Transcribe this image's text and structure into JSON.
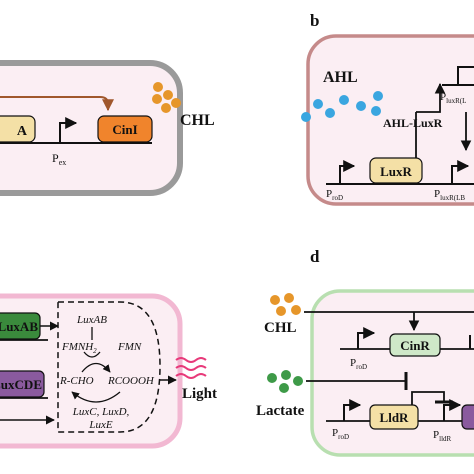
{
  "panel_a": {
    "gene_partial": "A",
    "promoter": "P",
    "promoter_sub": "ex",
    "gene": "CinI",
    "molecule": "CHL"
  },
  "panel_b": {
    "letter": "b",
    "molecule": "AHL",
    "complex": "AHL-LuxR",
    "gene": "LuxR",
    "promoter_pro": "P",
    "promoter_pro_sub": "roD",
    "promoter_lux_top": "P",
    "promoter_lux_top_sub": "luxR(L",
    "promoter_lux_bottom": "P",
    "promoter_lux_bottom_sub": "luxR(LB"
  },
  "panel_c": {
    "gene1": "LuxAB",
    "gene2": "LuxCDE",
    "enzyme": "LuxAB",
    "fmnh2": "FMNH",
    "fmnh2_sub": "2",
    "fmn": "FMN",
    "rcho": "R-CHO",
    "rcoooh": "RCOOOH",
    "enzymes_bottom_1": "LuxC, LuxD,",
    "enzymes_bottom_2": "LuxE",
    "output": "Light"
  },
  "panel_d": {
    "letter": "d",
    "molecule1": "CHL",
    "molecule2": "Lactate",
    "gene1": "CinR",
    "gene2": "LldR",
    "promoter1": "P",
    "promoter1_sub": "roD",
    "promoter2": "P",
    "promoter2_sub": "roD",
    "promoter3": "P",
    "promoter3_sub": "lldR"
  },
  "colors": {
    "cell_fill": "#fbeef3",
    "panel_a_border": "#9a9a9a",
    "panel_b_border": "#c58a8a",
    "panel_c_border": "#f2b8d2",
    "panel_d_border": "#b8dfb0",
    "cini_box": "#f0842c",
    "luxr_box": "#f4e0a6",
    "lux_box": "#3a8a3c",
    "cinr_box": "#cfe8c8",
    "molecule_orange": "#e6962a",
    "molecule_blue": "#3aa6e0",
    "molecule_green": "#3e9a48",
    "light_wave": "#e83a7a"
  }
}
